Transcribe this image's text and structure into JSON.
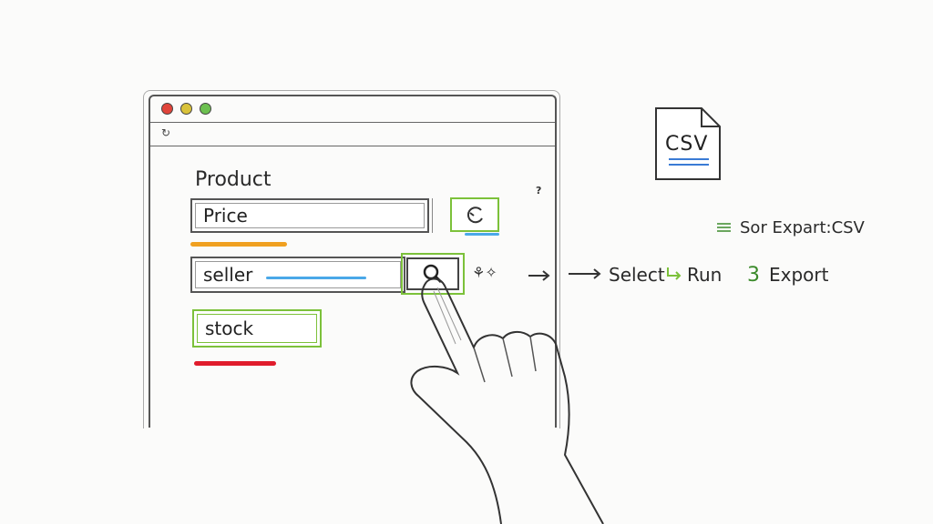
{
  "form": {
    "title": "Product",
    "fields": [
      {
        "label": "Price"
      },
      {
        "label": "seller"
      },
      {
        "label": "stock"
      }
    ]
  },
  "side_note": "?",
  "csv_icon": {
    "label": "CSV"
  },
  "sort_export": "Sor Expart:CSV",
  "steps": {
    "select": "Select",
    "run": "Run",
    "export_number": "3",
    "export": "Export"
  },
  "colors": {
    "price_underline": "#f0a020",
    "seller_underline": "#4aa8e8",
    "stock_underline": "#e01c2c",
    "accent_green": "#7cc13a",
    "traffic_red": "#e0443a",
    "traffic_yellow": "#d9c23a",
    "traffic_green": "#6cc050"
  },
  "icons": [
    "reload-icon",
    "refresh-icon",
    "search-icon",
    "csv-file-icon",
    "hand-pointer-icon",
    "arrow-right-icon",
    "menu-icon"
  ]
}
